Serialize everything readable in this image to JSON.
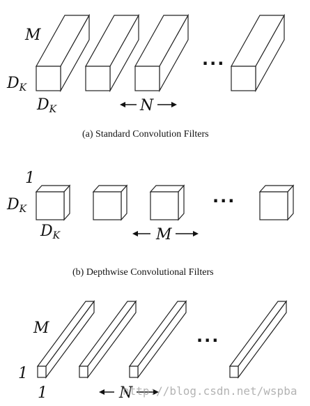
{
  "panel_a": {
    "label_m": "M",
    "label_dk_left": "D",
    "label_dk_left_sub": "K",
    "label_dk_bottom": "D",
    "label_dk_bottom_sub": "K",
    "arrow_label": "N",
    "ellipsis": "···",
    "caption": "(a)  Standard Convolution Filters"
  },
  "panel_b": {
    "label_1": "1",
    "label_dk_left": "D",
    "label_dk_left_sub": "K",
    "label_dk_bottom": "D",
    "label_dk_bottom_sub": "K",
    "arrow_label": "M",
    "ellipsis": "···",
    "caption": "(b)  Depthwise Convolutional Filters"
  },
  "panel_c": {
    "label_m": "M",
    "label_1_left": "1",
    "label_1_bottom": "1",
    "arrow_label": "N",
    "ellipsis": "···"
  },
  "watermark": "http://blog.csdn.net/wspba"
}
